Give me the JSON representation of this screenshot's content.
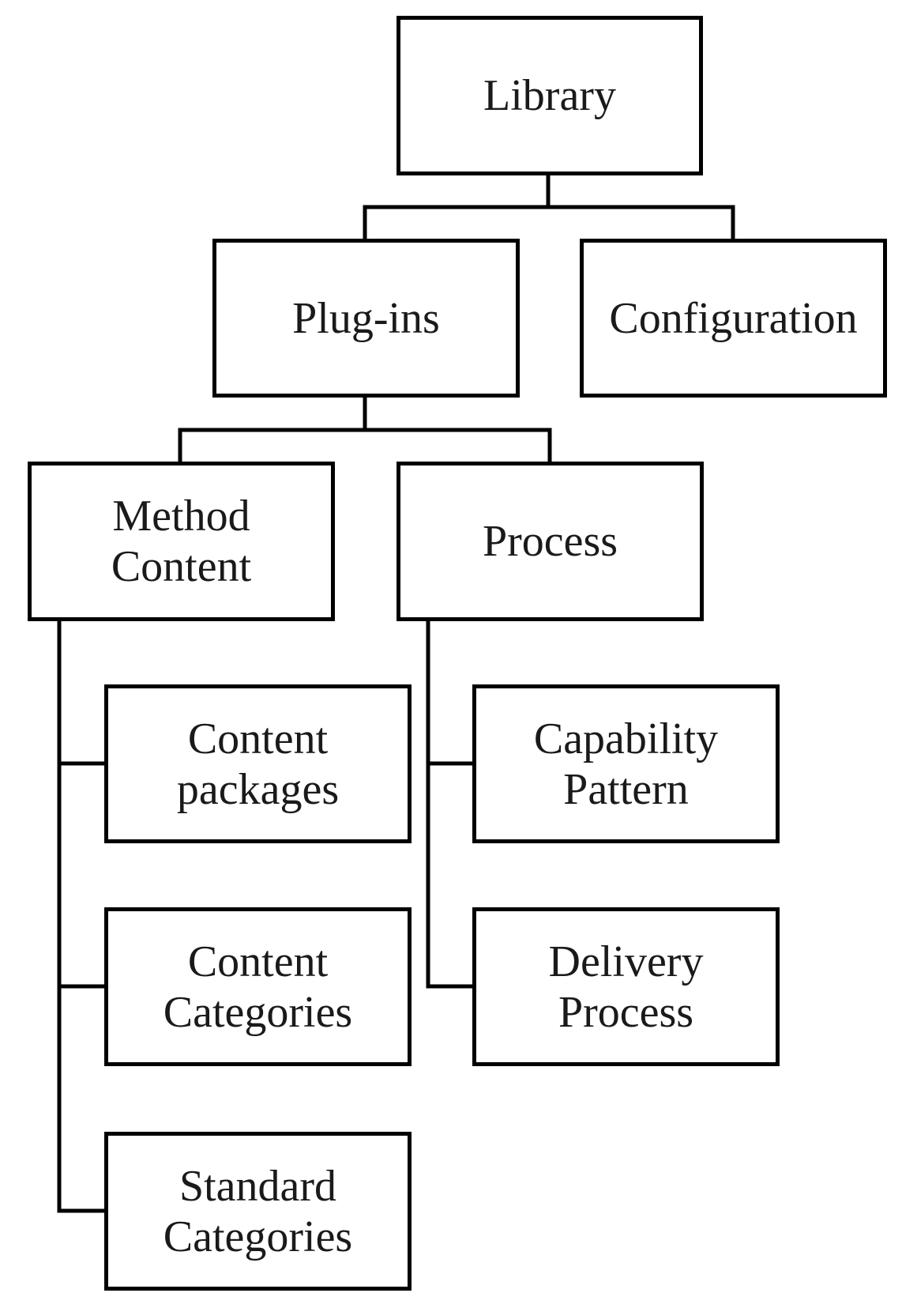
{
  "diagram": {
    "nodes": {
      "library": {
        "lines": [
          "Library"
        ]
      },
      "plugins": {
        "lines": [
          "Plug-ins"
        ]
      },
      "configuration": {
        "lines": [
          "Configuration"
        ]
      },
      "method_content": {
        "lines": [
          "Method",
          "Content"
        ]
      },
      "process": {
        "lines": [
          "Process"
        ]
      },
      "content_packages": {
        "lines": [
          "Content",
          "packages"
        ]
      },
      "content_categories": {
        "lines": [
          "Content",
          "Categories"
        ]
      },
      "standard_categories": {
        "lines": [
          "Standard",
          "Categories"
        ]
      },
      "capability_pattern": {
        "lines": [
          "Capability",
          "Pattern"
        ]
      },
      "delivery_process": {
        "lines": [
          "Delivery",
          "Process"
        ]
      }
    },
    "edges": [
      [
        "library",
        "plugins"
      ],
      [
        "library",
        "configuration"
      ],
      [
        "plugins",
        "method_content"
      ],
      [
        "plugins",
        "process"
      ],
      [
        "method_content",
        "content_packages"
      ],
      [
        "method_content",
        "content_categories"
      ],
      [
        "method_content",
        "standard_categories"
      ],
      [
        "process",
        "capability_pattern"
      ],
      [
        "process",
        "delivery_process"
      ]
    ],
    "colors": {
      "line": "#000000",
      "text": "#1a1a1a",
      "background": "#ffffff"
    }
  }
}
